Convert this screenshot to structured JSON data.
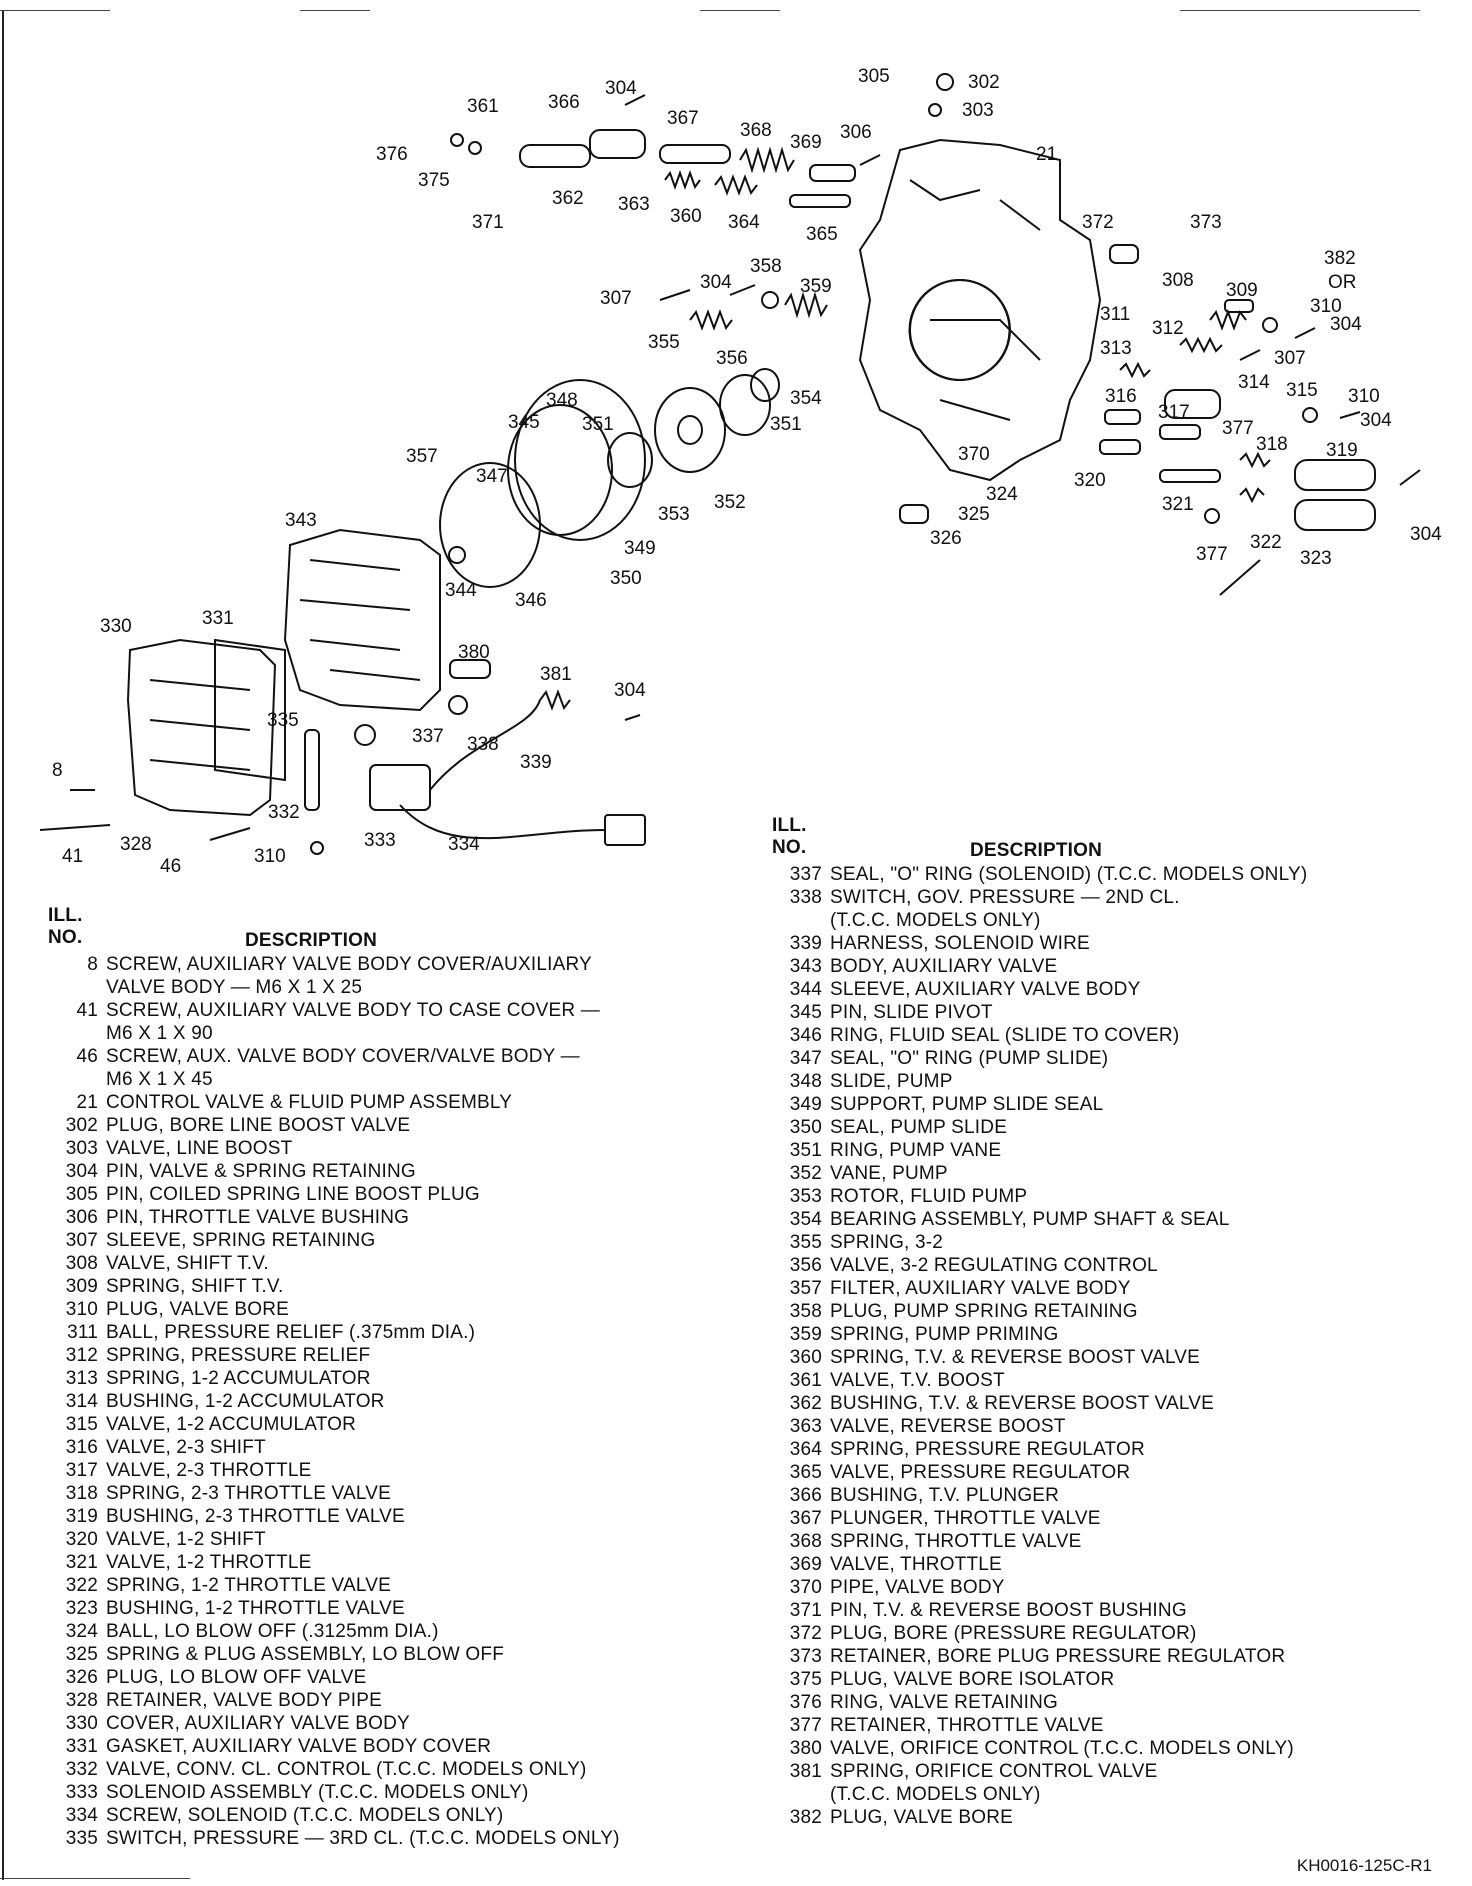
{
  "left_table": {
    "header_no": "ILL.\nNO.",
    "header_desc": "DESCRIPTION",
    "rows": [
      {
        "no": "8",
        "desc": "SCREW, AUXILIARY VALVE BODY COVER/AUXILIARY\nVALVE BODY — M6 X 1 X 25"
      },
      {
        "no": "41",
        "desc": "SCREW, AUXILIARY VALVE BODY TO CASE COVER —\nM6 X 1 X 90"
      },
      {
        "no": "46",
        "desc": "SCREW, AUX. VALVE BODY COVER/VALVE BODY —\nM6 X 1 X 45"
      },
      {
        "no": "21",
        "desc": "CONTROL VALVE & FLUID PUMP ASSEMBLY"
      },
      {
        "no": "302",
        "desc": "PLUG, BORE LINE BOOST VALVE"
      },
      {
        "no": "303",
        "desc": "VALVE, LINE BOOST"
      },
      {
        "no": "304",
        "desc": "PIN, VALVE & SPRING RETAINING"
      },
      {
        "no": "305",
        "desc": "PIN, COILED SPRING LINE BOOST PLUG"
      },
      {
        "no": "306",
        "desc": "PIN, THROTTLE VALVE BUSHING"
      },
      {
        "no": "307",
        "desc": "SLEEVE, SPRING RETAINING"
      },
      {
        "no": "308",
        "desc": "VALVE, SHIFT T.V."
      },
      {
        "no": "309",
        "desc": "SPRING, SHIFT T.V."
      },
      {
        "no": "310",
        "desc": "PLUG, VALVE BORE"
      },
      {
        "no": "311",
        "desc": "BALL, PRESSURE RELIEF (.375mm DIA.)"
      },
      {
        "no": "312",
        "desc": "SPRING, PRESSURE RELIEF"
      },
      {
        "no": "313",
        "desc": "SPRING, 1-2 ACCUMULATOR"
      },
      {
        "no": "314",
        "desc": "BUSHING, 1-2 ACCUMULATOR"
      },
      {
        "no": "315",
        "desc": "VALVE, 1-2 ACCUMULATOR"
      },
      {
        "no": "316",
        "desc": "VALVE, 2-3 SHIFT"
      },
      {
        "no": "317",
        "desc": "VALVE, 2-3 THROTTLE"
      },
      {
        "no": "318",
        "desc": "SPRING, 2-3 THROTTLE VALVE"
      },
      {
        "no": "319",
        "desc": "BUSHING, 2-3 THROTTLE VALVE"
      },
      {
        "no": "320",
        "desc": "VALVE, 1-2 SHIFT"
      },
      {
        "no": "321",
        "desc": "VALVE, 1-2 THROTTLE"
      },
      {
        "no": "322",
        "desc": "SPRING, 1-2 THROTTLE VALVE"
      },
      {
        "no": "323",
        "desc": "BUSHING, 1-2 THROTTLE VALVE"
      },
      {
        "no": "324",
        "desc": "BALL, LO BLOW OFF (.3125mm DIA.)"
      },
      {
        "no": "325",
        "desc": "SPRING & PLUG ASSEMBLY, LO BLOW OFF"
      },
      {
        "no": "326",
        "desc": "PLUG, LO BLOW OFF VALVE"
      },
      {
        "no": "328",
        "desc": "RETAINER, VALVE BODY PIPE"
      },
      {
        "no": "330",
        "desc": "COVER, AUXILIARY VALVE BODY"
      },
      {
        "no": "331",
        "desc": "GASKET, AUXILIARY VALVE BODY COVER"
      },
      {
        "no": "332",
        "desc": "VALVE, CONV. CL. CONTROL (T.C.C. MODELS ONLY)"
      },
      {
        "no": "333",
        "desc": "SOLENOID ASSEMBLY (T.C.C. MODELS ONLY)"
      },
      {
        "no": "334",
        "desc": "SCREW, SOLENOID (T.C.C. MODELS ONLY)"
      },
      {
        "no": "335",
        "desc": "SWITCH, PRESSURE — 3RD CL. (T.C.C. MODELS ONLY)"
      }
    ]
  },
  "right_table": {
    "header_no": "ILL.\nNO.",
    "header_desc": "DESCRIPTION",
    "rows": [
      {
        "no": "337",
        "desc": "SEAL, \"O\" RING (SOLENOID) (T.C.C. MODELS ONLY)"
      },
      {
        "no": "338",
        "desc": "SWITCH, GOV. PRESSURE — 2ND CL.\n(T.C.C. MODELS ONLY)"
      },
      {
        "no": "339",
        "desc": "HARNESS, SOLENOID WIRE"
      },
      {
        "no": "343",
        "desc": "BODY, AUXILIARY VALVE"
      },
      {
        "no": "344",
        "desc": "SLEEVE, AUXILIARY VALVE BODY"
      },
      {
        "no": "345",
        "desc": "PIN, SLIDE PIVOT"
      },
      {
        "no": "346",
        "desc": "RING, FLUID SEAL (SLIDE TO COVER)"
      },
      {
        "no": "347",
        "desc": "SEAL, \"O\" RING (PUMP SLIDE)"
      },
      {
        "no": "348",
        "desc": "SLIDE, PUMP"
      },
      {
        "no": "349",
        "desc": "SUPPORT, PUMP SLIDE SEAL"
      },
      {
        "no": "350",
        "desc": "SEAL, PUMP SLIDE"
      },
      {
        "no": "351",
        "desc": "RING, PUMP VANE"
      },
      {
        "no": "352",
        "desc": "VANE, PUMP"
      },
      {
        "no": "353",
        "desc": "ROTOR, FLUID PUMP"
      },
      {
        "no": "354",
        "desc": "BEARING ASSEMBLY, PUMP SHAFT & SEAL"
      },
      {
        "no": "355",
        "desc": "SPRING, 3-2"
      },
      {
        "no": "356",
        "desc": "VALVE, 3-2 REGULATING CONTROL"
      },
      {
        "no": "357",
        "desc": "FILTER, AUXILIARY VALVE BODY"
      },
      {
        "no": "358",
        "desc": "PLUG, PUMP SPRING RETAINING"
      },
      {
        "no": "359",
        "desc": "SPRING, PUMP PRIMING"
      },
      {
        "no": "360",
        "desc": "SPRING, T.V. & REVERSE BOOST VALVE"
      },
      {
        "no": "361",
        "desc": "VALVE, T.V. BOOST"
      },
      {
        "no": "362",
        "desc": "BUSHING, T.V. & REVERSE BOOST VALVE"
      },
      {
        "no": "363",
        "desc": "VALVE, REVERSE BOOST"
      },
      {
        "no": "364",
        "desc": "SPRING, PRESSURE REGULATOR"
      },
      {
        "no": "365",
        "desc": "VALVE, PRESSURE REGULATOR"
      },
      {
        "no": "366",
        "desc": "BUSHING, T.V. PLUNGER"
      },
      {
        "no": "367",
        "desc": "PLUNGER, THROTTLE VALVE"
      },
      {
        "no": "368",
        "desc": "SPRING, THROTTLE VALVE"
      },
      {
        "no": "369",
        "desc": "VALVE, THROTTLE"
      },
      {
        "no": "370",
        "desc": "PIPE, VALVE BODY"
      },
      {
        "no": "371",
        "desc": "PIN, T.V. & REVERSE BOOST BUSHING"
      },
      {
        "no": "372",
        "desc": "PLUG, BORE (PRESSURE REGULATOR)"
      },
      {
        "no": "373",
        "desc": "RETAINER, BORE PLUG PRESSURE REGULATOR"
      },
      {
        "no": "375",
        "desc": "PLUG, VALVE BORE ISOLATOR"
      },
      {
        "no": "376",
        "desc": "RING, VALVE RETAINING"
      },
      {
        "no": "377",
        "desc": "RETAINER, THROTTLE VALVE"
      },
      {
        "no": "380",
        "desc": "VALVE, ORIFICE CONTROL (T.C.C. MODELS ONLY)"
      },
      {
        "no": "381",
        "desc": "SPRING, ORIFICE CONTROL VALVE\n(T.C.C. MODELS ONLY)"
      },
      {
        "no": "382",
        "desc": "PLUG, VALVE BORE"
      }
    ]
  },
  "callouts": [
    {
      "id": "c305",
      "text": "305"
    },
    {
      "id": "c302",
      "text": "302"
    },
    {
      "id": "c303",
      "text": "303"
    },
    {
      "id": "c304a",
      "text": "304"
    },
    {
      "id": "c361",
      "text": "361"
    },
    {
      "id": "c366",
      "text": "366"
    },
    {
      "id": "c367",
      "text": "367"
    },
    {
      "id": "c368",
      "text": "368"
    },
    {
      "id": "c369",
      "text": "369"
    },
    {
      "id": "c306",
      "text": "306"
    },
    {
      "id": "c21",
      "text": "21"
    },
    {
      "id": "c376",
      "text": "376"
    },
    {
      "id": "c375",
      "text": "375"
    },
    {
      "id": "c371",
      "text": "371"
    },
    {
      "id": "c362",
      "text": "362"
    },
    {
      "id": "c363",
      "text": "363"
    },
    {
      "id": "c360",
      "text": "360"
    },
    {
      "id": "c364",
      "text": "364"
    },
    {
      "id": "c365",
      "text": "365"
    },
    {
      "id": "c372",
      "text": "372"
    },
    {
      "id": "c373",
      "text": "373"
    },
    {
      "id": "c382",
      "text": "382"
    },
    {
      "id": "cor",
      "text": "OR"
    },
    {
      "id": "c310a",
      "text": "310"
    },
    {
      "id": "c304b",
      "text": "304"
    },
    {
      "id": "c358",
      "text": "358"
    },
    {
      "id": "c359",
      "text": "359"
    },
    {
      "id": "c307a",
      "text": "307"
    },
    {
      "id": "c355",
      "text": "355"
    },
    {
      "id": "c356",
      "text": "356"
    },
    {
      "id": "c308",
      "text": "308"
    },
    {
      "id": "c309",
      "text": "309"
    },
    {
      "id": "c311",
      "text": "311"
    },
    {
      "id": "c312",
      "text": "312"
    },
    {
      "id": "c304c",
      "text": "304"
    },
    {
      "id": "c313",
      "text": "313"
    },
    {
      "id": "c307b",
      "text": "307"
    },
    {
      "id": "c314",
      "text": "314"
    },
    {
      "id": "c315",
      "text": "315"
    },
    {
      "id": "c310b",
      "text": "310"
    },
    {
      "id": "c316",
      "text": "316"
    },
    {
      "id": "c317",
      "text": "317"
    },
    {
      "id": "c377a",
      "text": "377"
    },
    {
      "id": "c304d",
      "text": "304"
    },
    {
      "id": "c318",
      "text": "318"
    },
    {
      "id": "c370",
      "text": "370"
    },
    {
      "id": "c319",
      "text": "319"
    },
    {
      "id": "c348",
      "text": "348"
    },
    {
      "id": "c354",
      "text": "354"
    },
    {
      "id": "c345",
      "text": "345"
    },
    {
      "id": "c351a",
      "text": "351"
    },
    {
      "id": "c351b",
      "text": "351"
    },
    {
      "id": "c357",
      "text": "357"
    },
    {
      "id": "c347",
      "text": "347"
    },
    {
      "id": "c320",
      "text": "320"
    },
    {
      "id": "c324",
      "text": "324"
    },
    {
      "id": "c325",
      "text": "325"
    },
    {
      "id": "c321",
      "text": "321"
    },
    {
      "id": "c326",
      "text": "326"
    },
    {
      "id": "c353",
      "text": "353"
    },
    {
      "id": "c352",
      "text": "352"
    },
    {
      "id": "c304e",
      "text": "304"
    },
    {
      "id": "c322",
      "text": "322"
    },
    {
      "id": "c377b",
      "text": "377"
    },
    {
      "id": "c323",
      "text": "323"
    },
    {
      "id": "c343",
      "text": "343"
    },
    {
      "id": "c349",
      "text": "349"
    },
    {
      "id": "c350",
      "text": "350"
    },
    {
      "id": "c344",
      "text": "344"
    },
    {
      "id": "c346",
      "text": "346"
    },
    {
      "id": "c330",
      "text": "330"
    },
    {
      "id": "c331",
      "text": "331"
    },
    {
      "id": "c380",
      "text": "380"
    },
    {
      "id": "c381",
      "text": "381"
    },
    {
      "id": "c304f",
      "text": "304"
    },
    {
      "id": "c335",
      "text": "335"
    },
    {
      "id": "c337",
      "text": "337"
    },
    {
      "id": "c338",
      "text": "338"
    },
    {
      "id": "c339",
      "text": "339"
    },
    {
      "id": "c8",
      "text": "8"
    },
    {
      "id": "c332",
      "text": "332"
    },
    {
      "id": "c333",
      "text": "333"
    },
    {
      "id": "c334",
      "text": "334"
    },
    {
      "id": "c41",
      "text": "41"
    },
    {
      "id": "c328",
      "text": "328"
    },
    {
      "id": "c46",
      "text": "46"
    },
    {
      "id": "c310c",
      "text": "310"
    }
  ],
  "footer_code": "KH0016-125C-R1"
}
